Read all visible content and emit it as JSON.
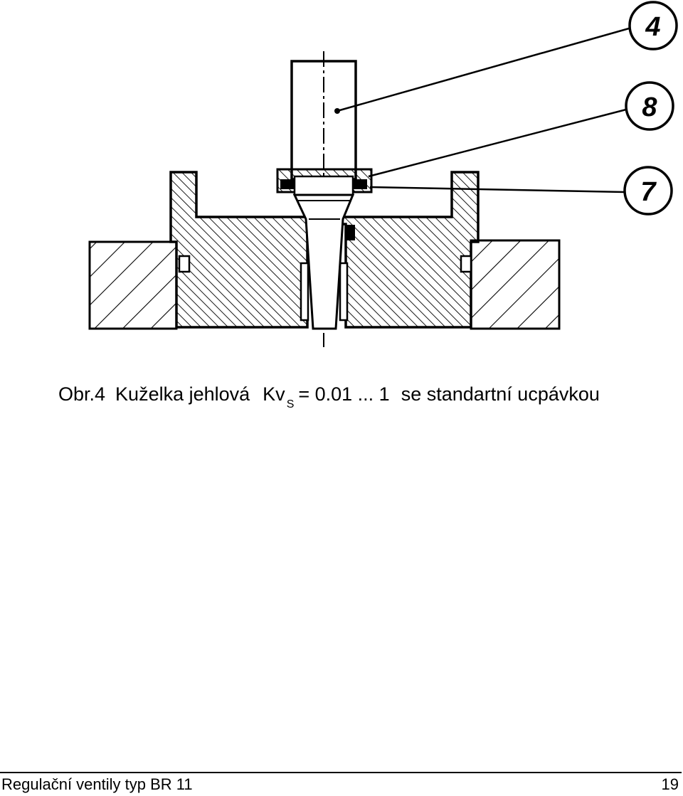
{
  "callouts": [
    "4",
    "8",
    "7"
  ],
  "caption": {
    "prefix": "Obr.4",
    "name": "Kuželka jehlová",
    "symbol": "Kv",
    "subscript": "S",
    "range": "= 0.01 ... 1",
    "description": "se standartní ucpávkou"
  },
  "footer": {
    "title": "Regulační ventily typ BR 11",
    "page_number": "19"
  }
}
